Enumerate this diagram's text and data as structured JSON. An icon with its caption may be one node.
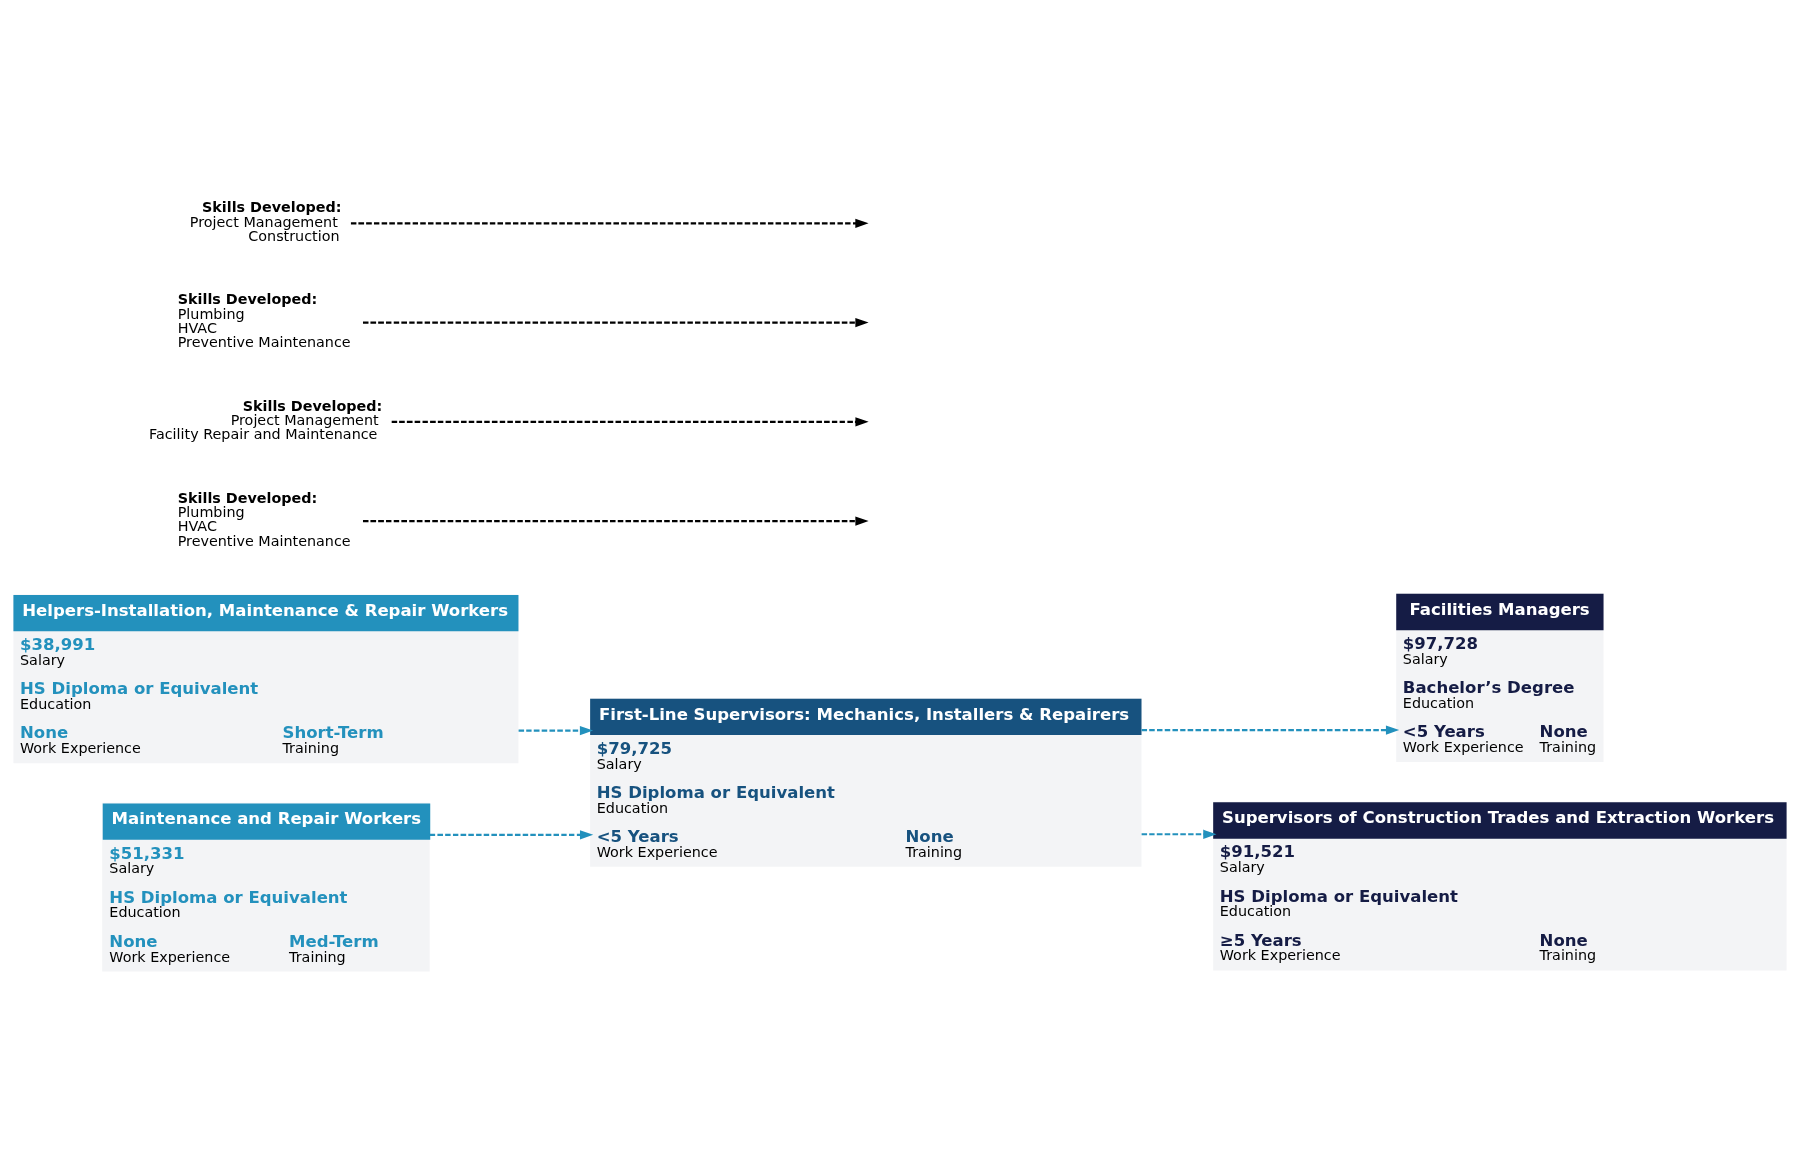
{
  "diagram": {
    "nodes": [
      {
        "text": [
          "Helpers-Installation, Maintenance & Repair Workers",
          "$38,991",
          "Salary",
          "HS Diploma or Equivalent",
          "Education",
          "None",
          "Short-Term",
          "Work Experience",
          "Training"
        ]
      },
      {
        "text": [
          "Skills Developed:",
          "Plumbing",
          "HVAC",
          "Preventive Maintenance"
        ]
      },
      {
        "text": [
          "Skills Developed:",
          "Project Management",
          "Facility Repair and Maintenance"
        ]
      },
      {
        "text": [
          "Facilities Managers",
          "$97,728",
          "Salary",
          "Bachelor’s Degree",
          "Education",
          "<5 Years",
          "None",
          "Work Experience",
          "Training"
        ]
      },
      {
        "text": [
          "First-Line Supervisors: Mechanics, Installers & Repairers",
          "$79,725",
          "Salary",
          "HS Diploma or Equivalent",
          "Education",
          "<5 Years",
          "None",
          "Work Experience",
          "Training"
        ]
      },
      {
        "text": [
          "Maintenance and Repair Workers",
          "$51,331",
          "Salary",
          "HS Diploma or Equivalent",
          "Education",
          "None",
          "Med-Term",
          "Work Experience",
          "Training"
        ]
      },
      {
        "text": [
          "Skills Developed:",
          "Plumbing",
          "HVAC",
          "Preventive Maintenance"
        ]
      },
      {
        "text": [
          "Skills Developed:",
          "Project Management",
          "Construction"
        ]
      },
      {
        "text": [
          "Supervisors of Construction Trades and Extraction Workers",
          "$91,521",
          "Salary",
          "HS Diploma or Equivalent",
          "Education",
          "≥5 Years",
          "None",
          "Work Experience",
          "Training"
        ]
      }
    ],
    "edges": [
      {
        "from": 0,
        "to": 4,
        "arrow": "to",
        "style": "dashed",
        "color": "#2391bd"
      },
      {
        "from": 5,
        "to": 4,
        "arrow": "to",
        "style": "dashed",
        "color": "#2391bd"
      },
      {
        "from": 4,
        "to": 3,
        "arrow": "to",
        "style": "dashed",
        "color": "#2391bd"
      },
      {
        "from": 4,
        "to": 8,
        "arrow": "to",
        "style": "dashed",
        "color": "#2391bd"
      },
      {
        "from": 1,
        "to": null,
        "arrow": "to",
        "style": "dashed",
        "color": "#000000"
      },
      {
        "from": 2,
        "to": null,
        "arrow": "to",
        "style": "dashed",
        "color": "#000000"
      },
      {
        "from": 6,
        "to": null,
        "arrow": "to",
        "style": "dashed",
        "color": "#000000"
      },
      {
        "from": 7,
        "to": null,
        "arrow": "to",
        "style": "dashed",
        "color": "#000000"
      }
    ]
  }
}
